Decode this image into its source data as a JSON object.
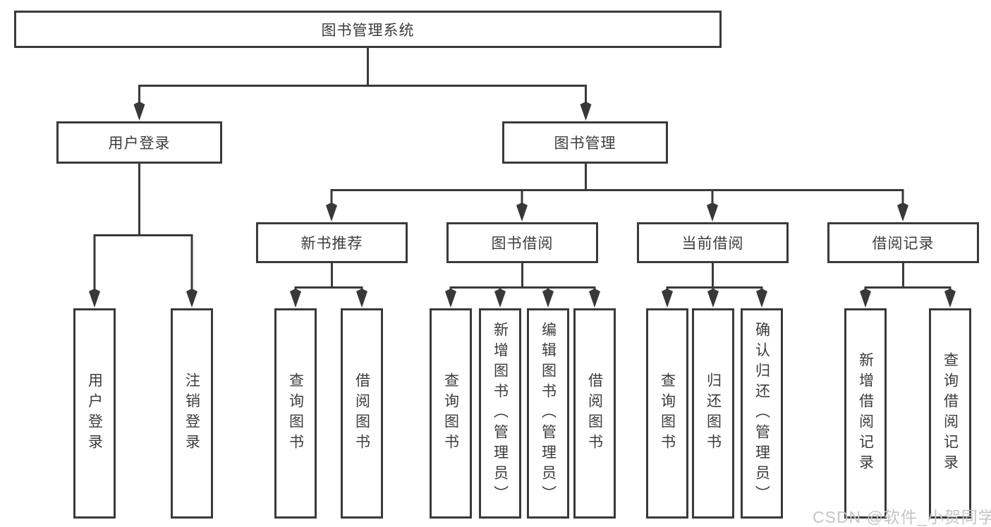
{
  "tree": {
    "root": {
      "label": "图书管理系统"
    },
    "branches": [
      {
        "label": "用户登录"
      },
      {
        "label": "图书管理"
      }
    ],
    "modules": [
      {
        "label": "新书推荐"
      },
      {
        "label": "图书借阅"
      },
      {
        "label": "当前借阅"
      },
      {
        "label": "借阅记录"
      }
    ],
    "leaves": {
      "user_login": [
        {
          "label": "用户登录"
        },
        {
          "label": "注销登录"
        }
      ],
      "new_book_recommend": [
        {
          "label": "查询图书"
        },
        {
          "label": "借阅图书"
        }
      ],
      "book_borrow": [
        {
          "label": "查询图书"
        },
        {
          "label": "新增图书（管理员）"
        },
        {
          "label": "编辑图书（管理员）"
        },
        {
          "label": "借阅图书"
        }
      ],
      "current_borrow": [
        {
          "label": "查询图书"
        },
        {
          "label": "归还图书"
        },
        {
          "label": "确认归还（管理员）"
        }
      ],
      "borrow_record": [
        {
          "label": "新增借阅记录"
        },
        {
          "label": "查询借阅记录"
        }
      ]
    }
  },
  "watermark": {
    "text": "CSDN @软件_小贺同学",
    "color": "#c2c5c9"
  },
  "colors": {
    "line": "#3a3a3a",
    "text": "#3c3c3c",
    "background": "#ffffff"
  }
}
